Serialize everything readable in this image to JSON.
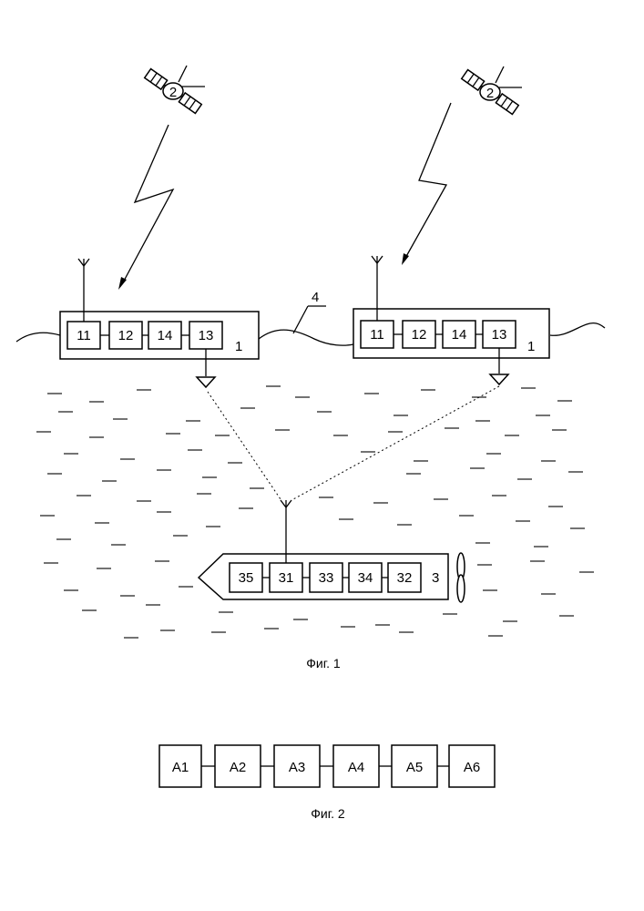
{
  "figure1": {
    "caption": "Фиг. 1",
    "cable_label": "4",
    "satellite_label": "2",
    "buoys": [
      {
        "label": "1",
        "blocks": [
          "11",
          "12",
          "14",
          "13"
        ]
      },
      {
        "label": "1",
        "blocks": [
          "11",
          "12",
          "14",
          "13"
        ]
      }
    ],
    "vehicle": {
      "label": "3",
      "blocks": [
        "35",
        "31",
        "33",
        "34",
        "32"
      ]
    }
  },
  "figure2": {
    "caption": "Фиг. 2",
    "blocks": [
      "A1",
      "A2",
      "A3",
      "A4",
      "A5",
      "A6"
    ]
  },
  "colors": {
    "ink": "#000000",
    "paper": "#ffffff"
  }
}
